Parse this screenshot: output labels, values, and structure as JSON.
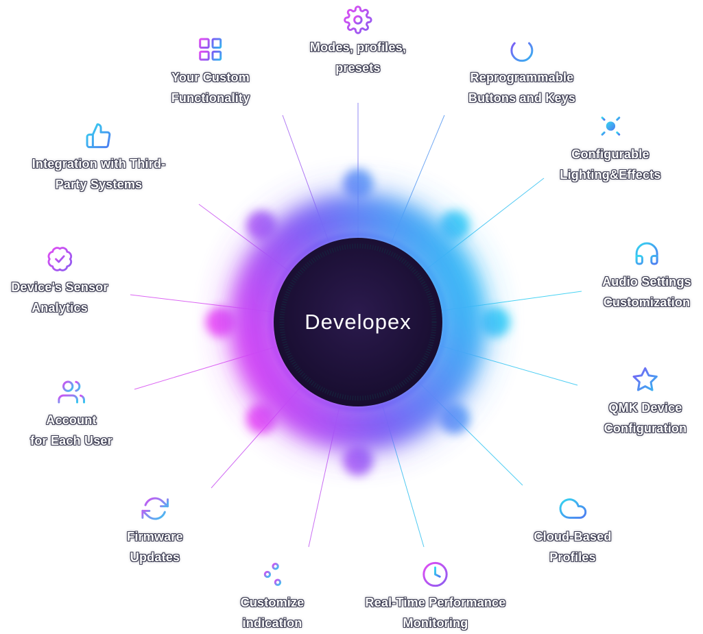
{
  "hub": {
    "label": "Developex",
    "core_color": "#150c2c",
    "ring_gradient": [
      "#ea3df5",
      "#7a5ff5",
      "#25d2f7"
    ]
  },
  "accents": {
    "magenta": "#d84df2",
    "purple": "#7b6cf5",
    "cyan": "#35ccf2"
  },
  "features": [
    {
      "name": "modes-profiles-presets",
      "icon": "gear-icon",
      "lines": [
        "Modes, profiles,",
        "presets"
      ]
    },
    {
      "name": "reprogrammable-buttons-keys",
      "icon": "power-icon",
      "lines": [
        "Reprogrammable",
        "Buttons and Keys"
      ]
    },
    {
      "name": "configurable-lighting",
      "icon": "sun-icon",
      "lines": [
        "Configurable",
        "Lighting&Effects"
      ]
    },
    {
      "name": "audio-settings",
      "icon": "headphones-icon",
      "lines": [
        "Audio Settings",
        "Customization"
      ]
    },
    {
      "name": "qmk-device-configuration",
      "icon": "star-icon",
      "lines": [
        "QMK Device",
        "Configuration"
      ]
    },
    {
      "name": "cloud-based-profiles",
      "icon": "cloud-icon",
      "lines": [
        "Cloud-Based",
        "Profiles"
      ]
    },
    {
      "name": "realtime-monitoring",
      "icon": "clock-icon",
      "lines": [
        "Real-Time Performance",
        "Monitoring"
      ]
    },
    {
      "name": "customize-indication",
      "icon": "sliders-icon",
      "lines": [
        "Customize",
        "indication"
      ]
    },
    {
      "name": "firmware-updates",
      "icon": "refresh-icon",
      "lines": [
        "Firmware",
        "Updates"
      ]
    },
    {
      "name": "account-for-each-user",
      "icon": "users-icon",
      "lines": [
        "Account",
        "for Each User"
      ]
    },
    {
      "name": "device-sensor-analytics",
      "icon": "badge-check-icon",
      "lines": [
        "Device's Sensor",
        "Analytics"
      ]
    },
    {
      "name": "third-party-integration",
      "icon": "thumbs-up-icon",
      "lines": [
        "Integration with Third-",
        "Party Systems"
      ]
    },
    {
      "name": "your-custom-functionality",
      "icon": "blocks-icon",
      "lines": [
        "Your Custom",
        "Functionality"
      ]
    }
  ]
}
